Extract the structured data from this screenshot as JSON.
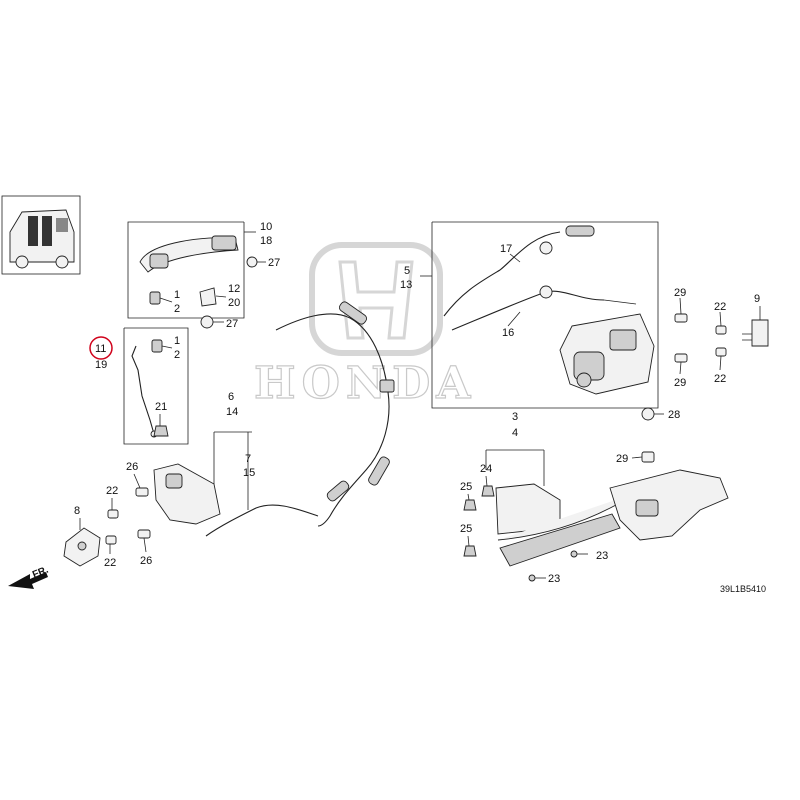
{
  "brand_watermark": "HONDA",
  "diagram_code": "39L1B5410",
  "direction_label": "FR.",
  "highlighted_callout": "11",
  "highlight_color": "#d0021b",
  "callouts": {
    "c1a": "1",
    "c2a": "2",
    "c1b": "1",
    "c2b": "2",
    "c3": "3",
    "c4": "4",
    "c5": "5",
    "c13": "13",
    "c6": "6",
    "c14": "14",
    "c7": "7",
    "c15": "15",
    "c8": "8",
    "c9": "9",
    "c10": "10",
    "c18": "18",
    "c11": "11",
    "c19": "19",
    "c12": "12",
    "c20": "20",
    "c16": "16",
    "c17": "17",
    "c21": "21",
    "c22a": "22",
    "c22b": "22",
    "c22c": "22",
    "c22d": "22",
    "c23a": "23",
    "c23b": "23",
    "c24": "24",
    "c25a": "25",
    "c25b": "25",
    "c26a": "26",
    "c26b": "26",
    "c27a": "27",
    "c27b": "27",
    "c28": "28",
    "c29a": "29",
    "c29b": "29",
    "c29c": "29"
  }
}
